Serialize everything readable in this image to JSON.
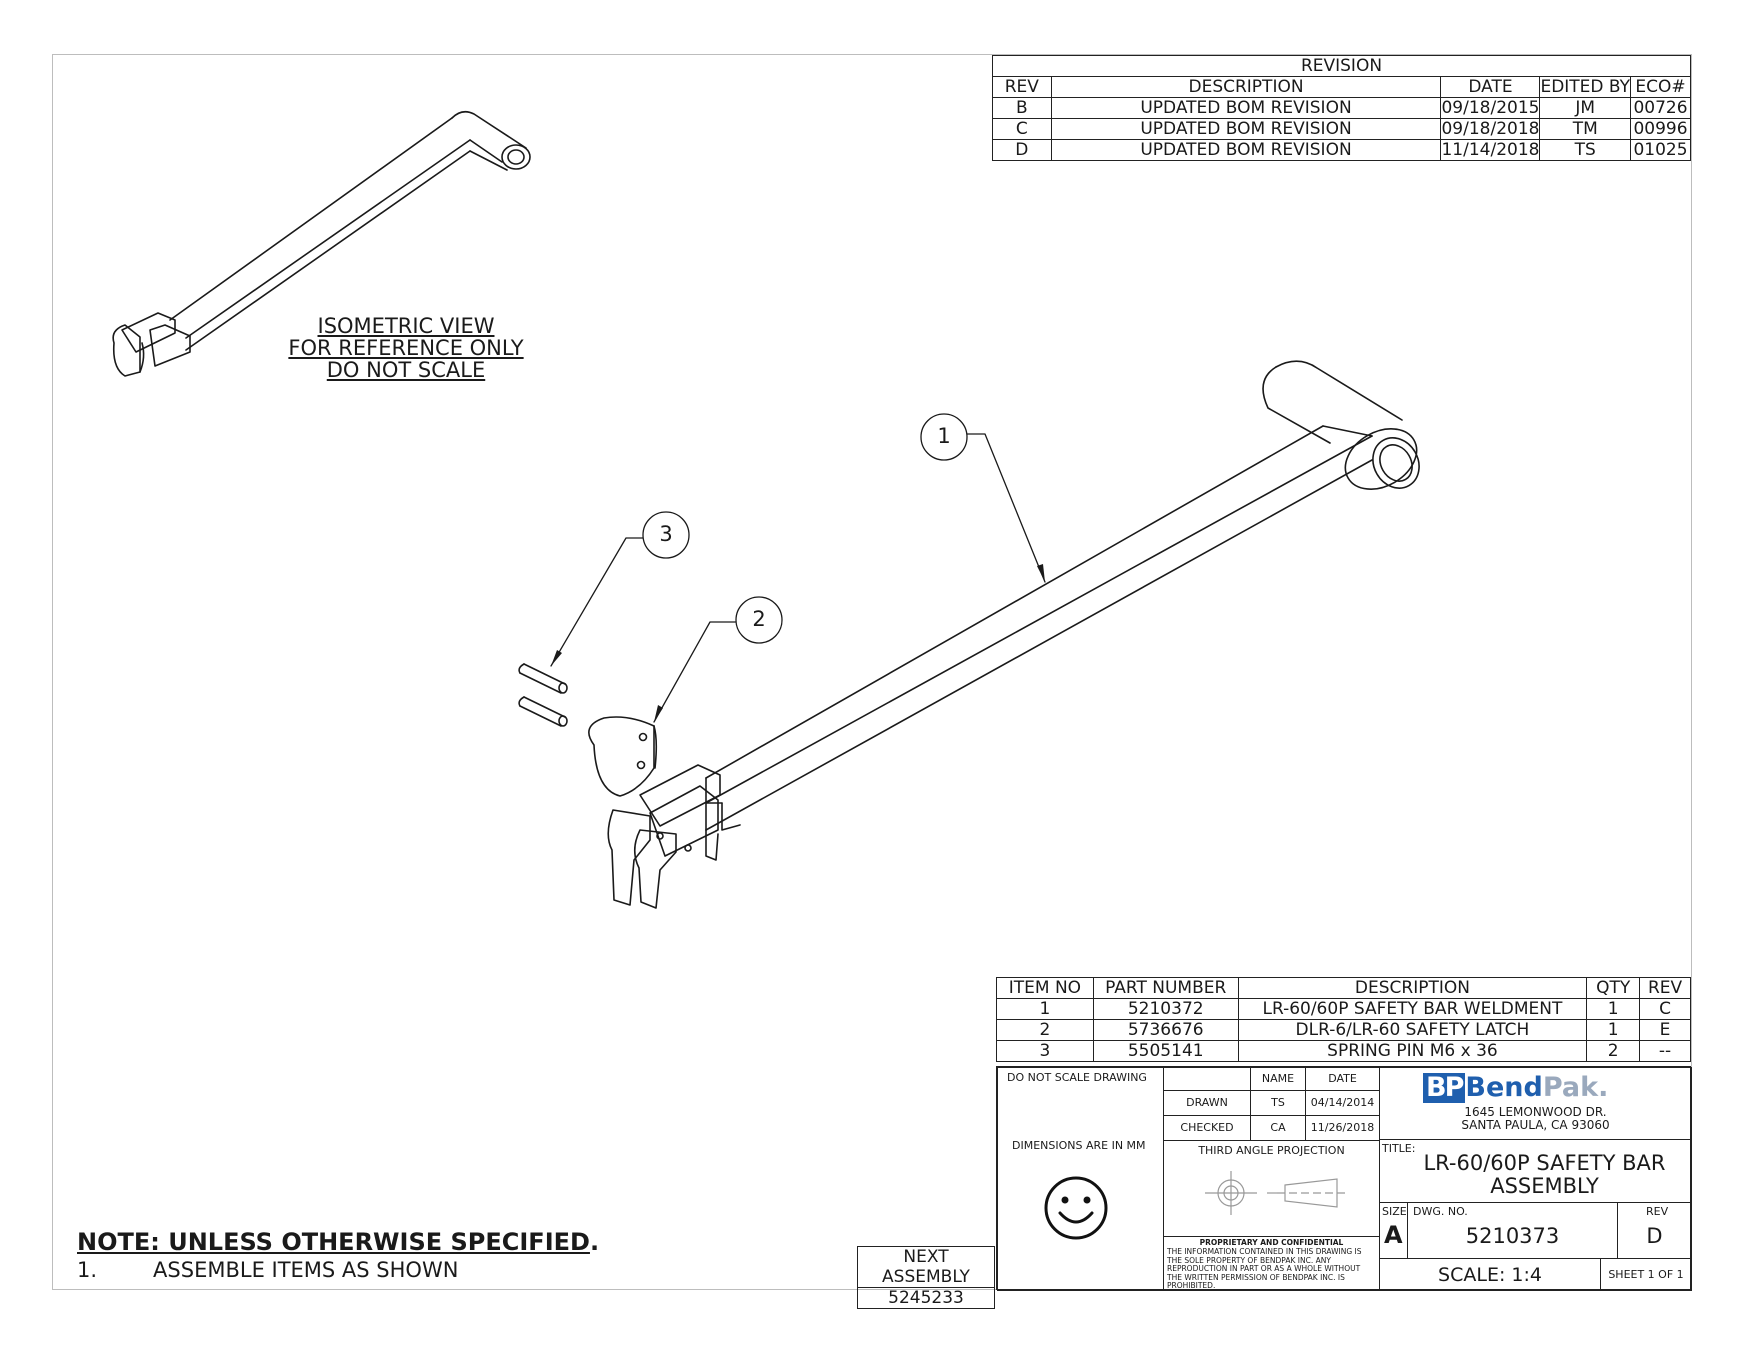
{
  "iso_note": [
    "ISOMETRIC VIEW",
    "FOR REFERENCE ONLY",
    "DO NOT SCALE"
  ],
  "balloons": [
    "1",
    "2",
    "3"
  ],
  "revision": {
    "title": "REVISION",
    "headers": [
      "REV",
      "DESCRIPTION",
      "DATE",
      "EDITED BY",
      "ECO#"
    ],
    "rows": [
      [
        "B",
        "UPDATED BOM REVISION",
        "09/18/2015",
        "JM",
        "00726"
      ],
      [
        "C",
        "UPDATED BOM REVISION",
        "09/18/2018",
        "TM",
        "00996"
      ],
      [
        "D",
        "UPDATED BOM REVISION",
        "11/14/2018",
        "TS",
        "01025"
      ]
    ]
  },
  "bom": {
    "headers": [
      "ITEM NO",
      "PART NUMBER",
      "DESCRIPTION",
      "QTY",
      "REV"
    ],
    "rows": [
      [
        "1",
        "5210372",
        "LR-60/60P SAFETY BAR WELDMENT",
        "1",
        "C"
      ],
      [
        "2",
        "5736676",
        "DLR-6/LR-60 SAFETY LATCH",
        "1",
        "E"
      ],
      [
        "3",
        "5505141",
        "SPRING PIN M6 x 36",
        "2",
        "--"
      ]
    ]
  },
  "title_block": {
    "do_not_scale": "DO NOT SCALE DRAWING",
    "dimensions": "DIMENSIONS ARE IN MM",
    "name_header": "NAME",
    "date_header": "DATE",
    "drawn_label": "DRAWN",
    "drawn_name": "TS",
    "drawn_date": "04/14/2014",
    "checked_label": "CHECKED",
    "checked_name": "CA",
    "checked_date": "11/26/2018",
    "projection": "THIRD ANGLE PROJECTION",
    "proprietary_title": "PROPRIETARY AND CONFIDENTIAL",
    "proprietary_text": "THE INFORMATION CONTAINED IN THIS DRAWING IS THE SOLE PROPERTY OF BENDPAK INC. ANY REPRODUCTION IN PART OR AS A WHOLE WITHOUT THE WRITTEN PERMISSION OF BENDPAK INC. IS PROHIBITED.",
    "logo_bp": "BP",
    "logo_bend": "Bend",
    "logo_pak": "Pak",
    "logo_dot": ".",
    "address_line1": "1645 LEMONWOOD DR.",
    "address_line2": "SANTA PAULA, CA 93060",
    "title_label": "TITLE:",
    "title_line1": "LR-60/60P SAFETY BAR",
    "title_line2": "ASSEMBLY",
    "size_label": "SIZE",
    "size_value": "A",
    "dwg_label": "DWG.  NO.",
    "dwg_value": "5210373",
    "rev_label": "REV",
    "rev_value": "D",
    "scale": "SCALE: 1:4",
    "sheet": "SHEET 1 OF 1"
  },
  "next_assembly": {
    "label": "NEXT ASSEMBLY",
    "value": "5245233"
  },
  "notes": {
    "title": "NOTE: UNLESS OTHERWISE SPECIFIED",
    "title_suffix": ".",
    "item_number": "1.",
    "item_text": "ASSEMBLE ITEMS AS SHOWN"
  },
  "colors": {
    "line": "#1a1a1a",
    "frame": "#bdbdbd",
    "logo_blue": "#1f5fae"
  }
}
